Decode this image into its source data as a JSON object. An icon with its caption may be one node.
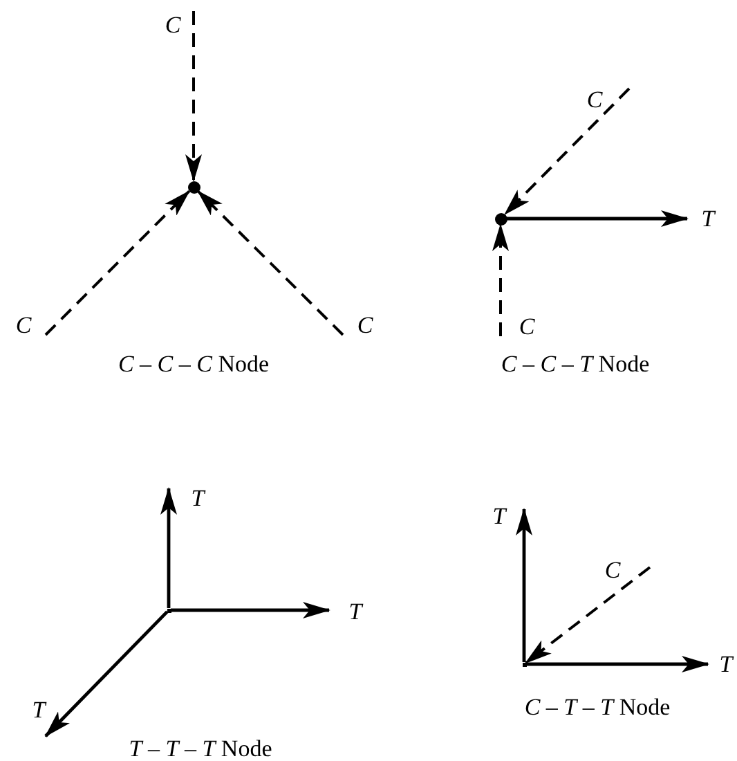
{
  "diagram": {
    "nodes": [
      {
        "text": [],
        "shape": "circle"
      },
      {
        "text": [],
        "shape": "circle"
      },
      {
        "text": [],
        "shape": "point"
      },
      {
        "text": [],
        "shape": "point"
      }
    ],
    "edges": [
      {
        "from": null,
        "to": 0,
        "arrow": "to",
        "style": "dashed",
        "label": "C"
      },
      {
        "from": null,
        "to": 0,
        "arrow": "to",
        "style": "dashed",
        "label": "C"
      },
      {
        "from": null,
        "to": 0,
        "arrow": "to",
        "style": "dashed",
        "label": "C"
      },
      {
        "from": null,
        "to": 1,
        "arrow": "to",
        "style": "dashed",
        "label": "C"
      },
      {
        "from": 1,
        "to": null,
        "arrow": "to",
        "label": "T"
      },
      {
        "from": null,
        "to": 1,
        "arrow": "to",
        "style": "dashed",
        "label": "C"
      },
      {
        "from": 2,
        "to": null,
        "arrow": "to",
        "label": "T"
      },
      {
        "from": 2,
        "to": null,
        "arrow": "to",
        "label": "T"
      },
      {
        "from": 2,
        "to": null,
        "arrow": "to",
        "label": "T"
      },
      {
        "from": 3,
        "to": null,
        "arrow": "to",
        "label": "T"
      },
      {
        "from": null,
        "to": 3,
        "arrow": "to",
        "style": "dashed",
        "label": "C"
      },
      {
        "from": 3,
        "to": null,
        "arrow": "to",
        "label": "T"
      }
    ],
    "labels": [
      "*C* – *C* – *C* Node",
      "*C* – *C* – *T* Node",
      "*T* – *T* – *T* Node",
      "*C* – *T* – *T* Node"
    ]
  }
}
